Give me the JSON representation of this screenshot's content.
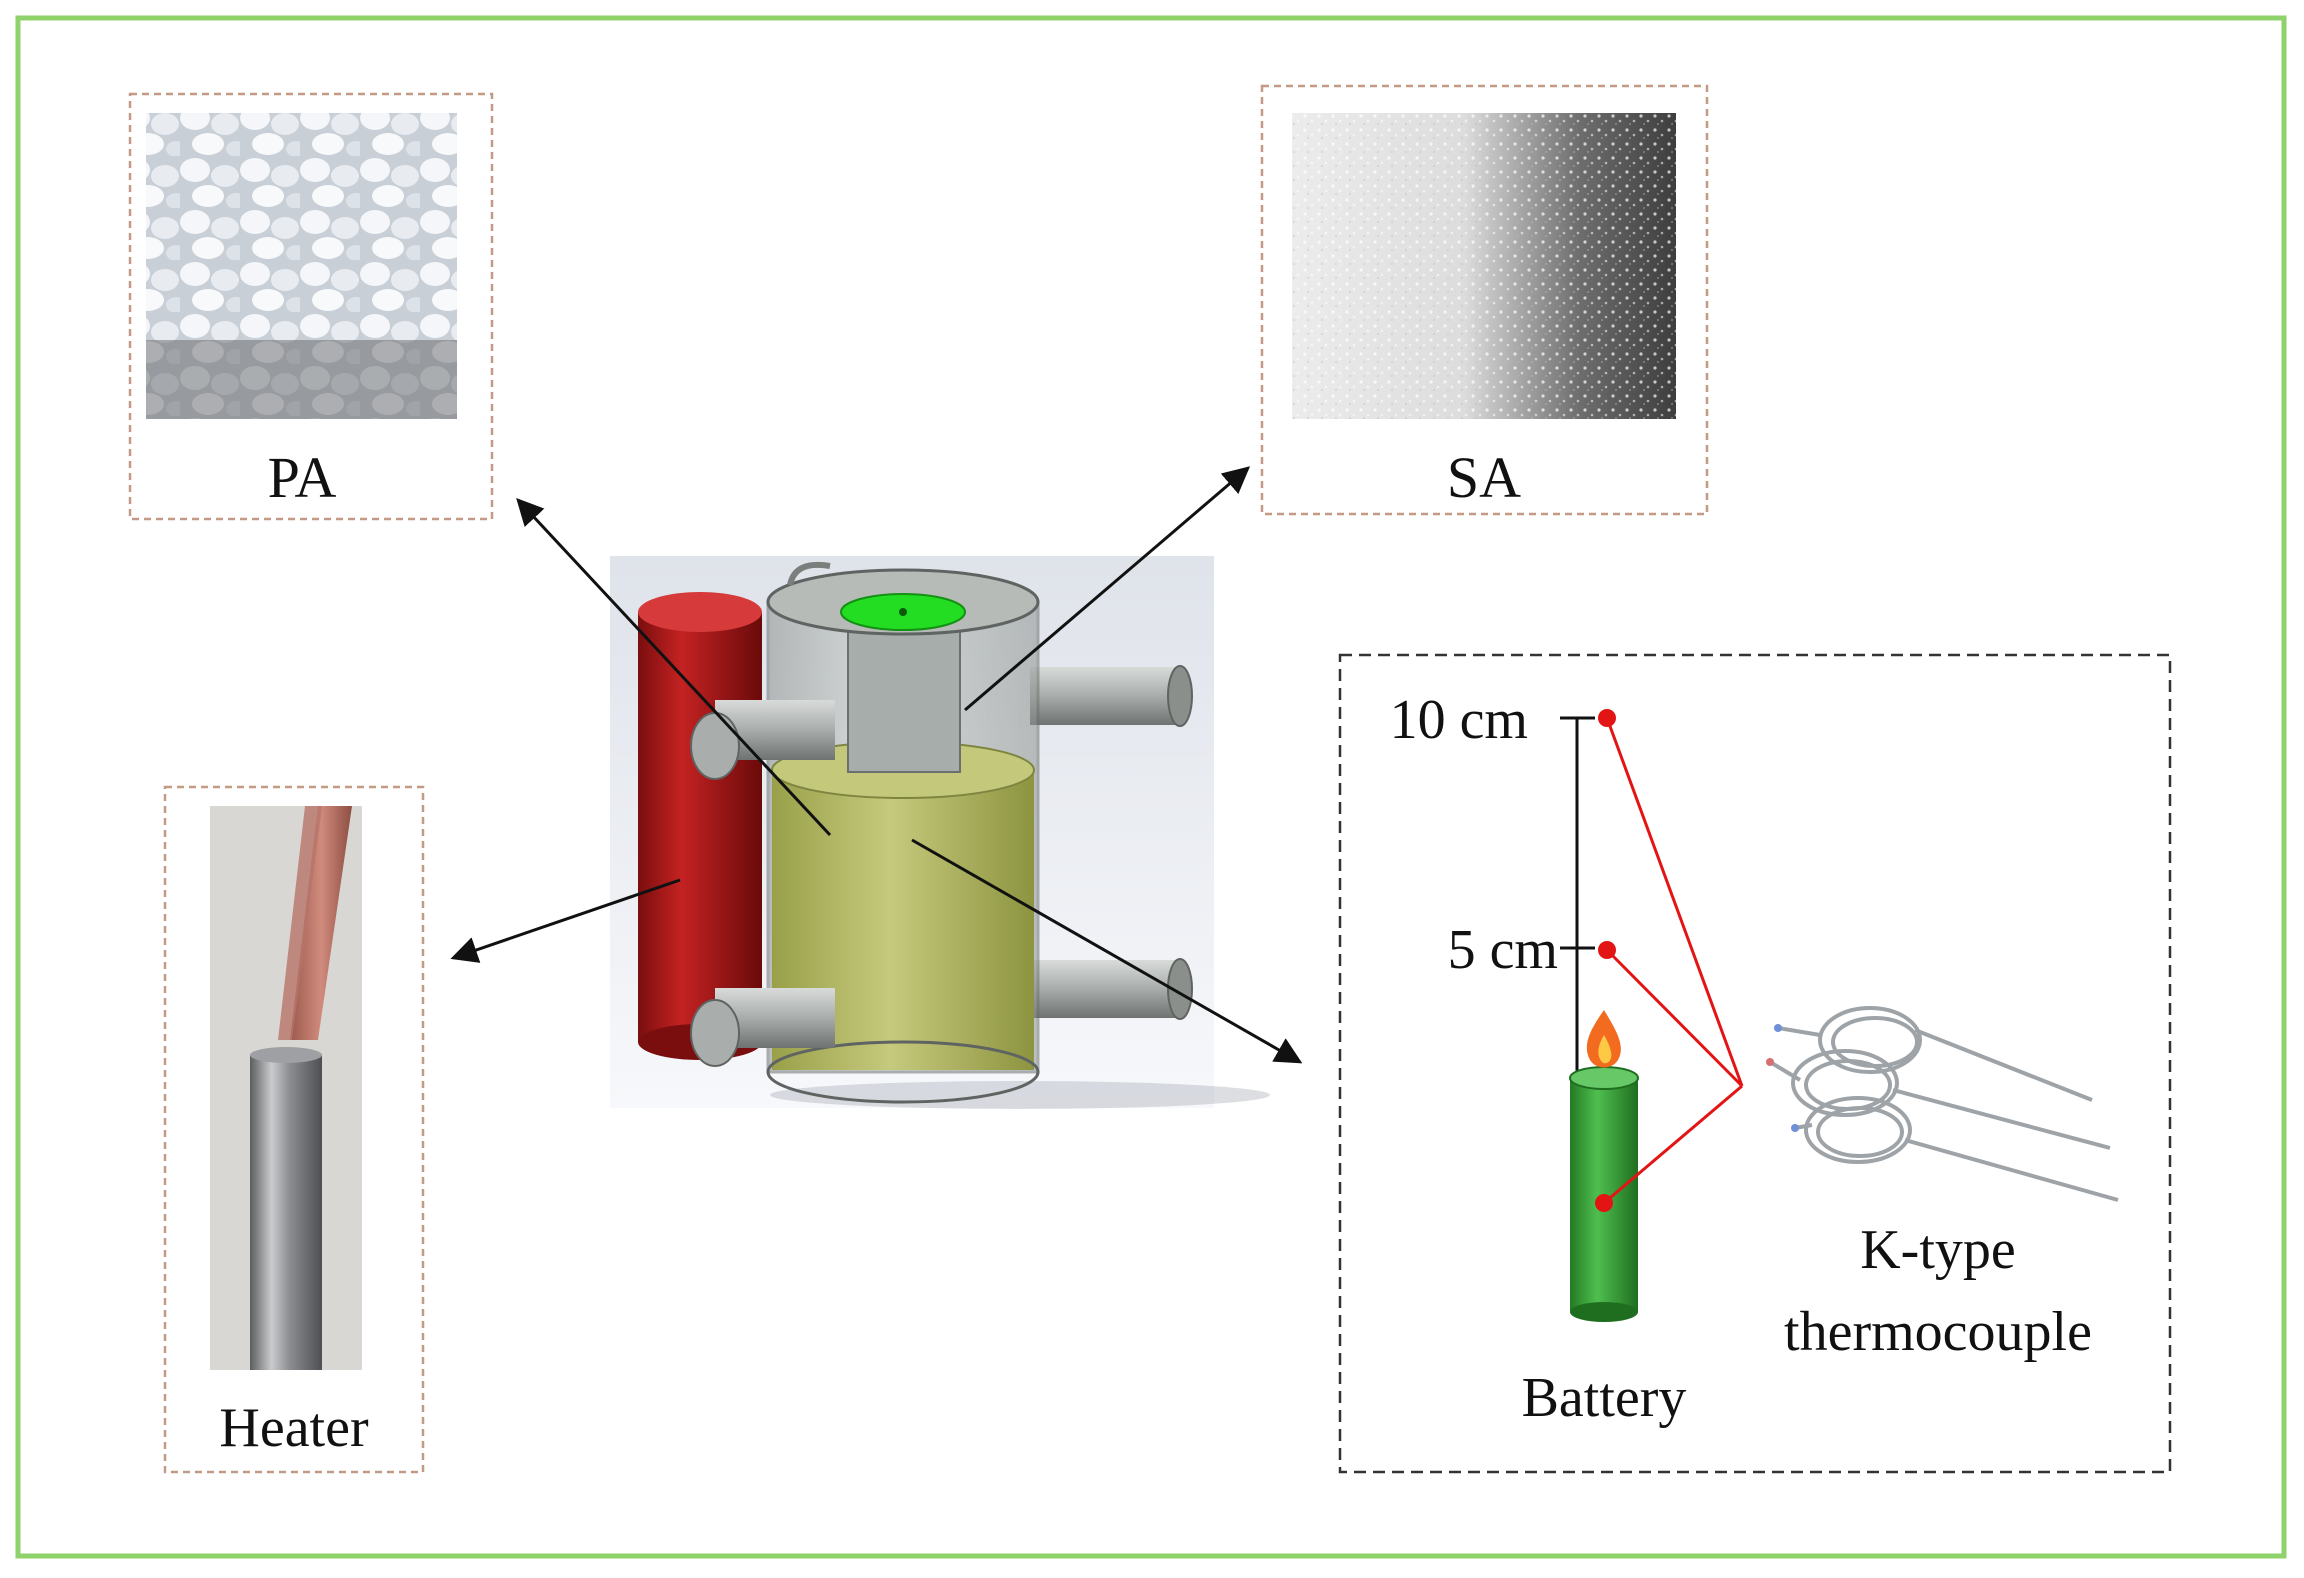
{
  "labels": {
    "pa": "PA",
    "sa": "SA",
    "heater": "Heater",
    "battery": "Battery",
    "thermocouple_line1": "K-type",
    "thermocouple_line2": "thermocouple",
    "height_10": "10 cm",
    "height_5": "5 cm"
  },
  "colors": {
    "frame": "#8fd16a",
    "panel_dash": "#c49a86",
    "detail_dash": "#333333",
    "heater_rod": "#b31b1b",
    "pcm_fill": "#b9c06a",
    "lid_green": "#22dd22",
    "battery_green": "#3aa53a",
    "sensor_red": "#e31414"
  }
}
